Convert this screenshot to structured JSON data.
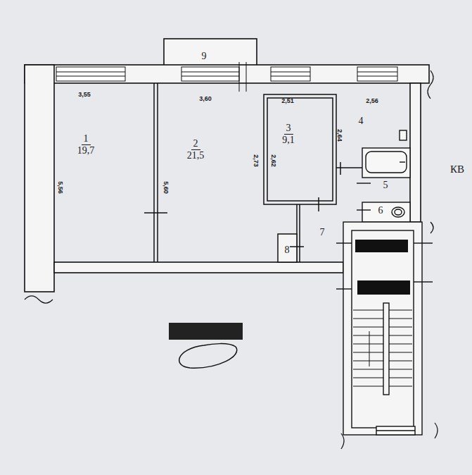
{
  "diagram": {
    "nodes": [
      {
        "text": [
          "9"
        ]
      },
      {
        "text": [
          "1",
          "19,7"
        ]
      },
      {
        "text": [
          "2",
          "21,5"
        ]
      },
      {
        "text": [
          "3",
          "9,1"
        ]
      },
      {
        "text": [
          "4"
        ]
      },
      {
        "text": [
          "5"
        ]
      },
      {
        "text": [
          "6"
        ]
      },
      {
        "text": [
          "7"
        ]
      },
      {
        "text": [
          "8"
        ]
      }
    ],
    "labels": [
      "3,55",
      "3,60",
      "2,51",
      "2,56",
      "2,64",
      "5,56",
      "5,60",
      "2,73",
      "2,62",
      "КВ"
    ]
  }
}
